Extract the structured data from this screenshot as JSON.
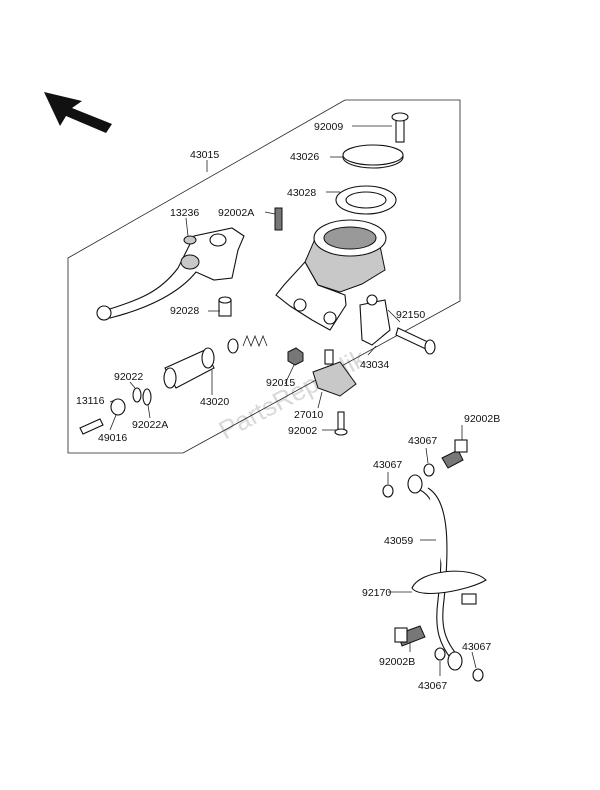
{
  "watermark": "PartsRepublik",
  "labels": {
    "p43015": "43015",
    "p92009": "92009",
    "p43026": "43026",
    "p43028": "43028",
    "p13236": "13236",
    "p92002A": "92002A",
    "p92028": "92028",
    "p92150": "92150",
    "p43034": "43034",
    "p92015": "92015",
    "p27010": "27010",
    "p92002": "92002",
    "p92022": "92022",
    "p43020": "43020",
    "p13116": "13116",
    "p49016": "49016",
    "p92022A": "92022A",
    "p92002B_top": "92002B",
    "p43067_a": "43067",
    "p43067_b": "43067",
    "p43059": "43059",
    "p92170": "92170",
    "p92002B_bottom": "92002B",
    "p43067_c": "43067",
    "p43067_d": "43067"
  }
}
